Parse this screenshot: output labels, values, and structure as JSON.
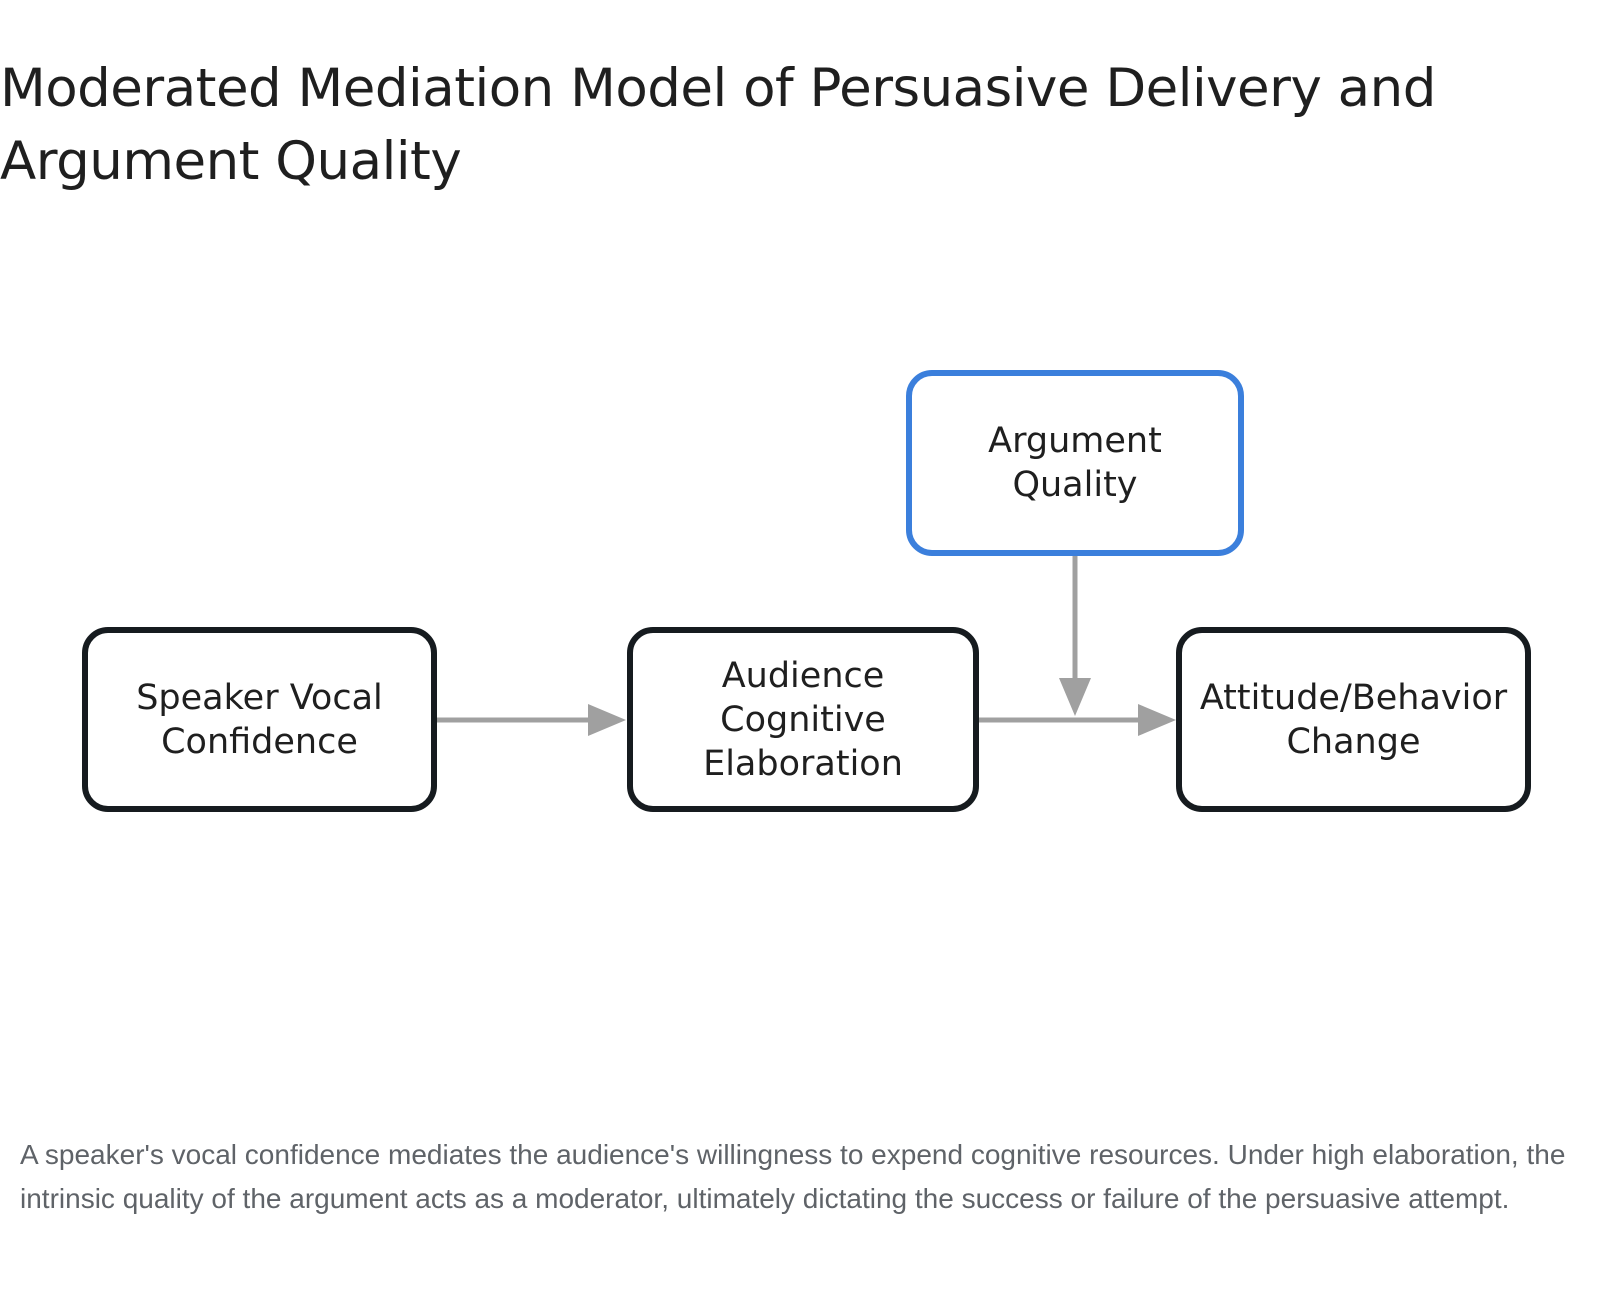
{
  "title": "Moderated Mediation Model of Persuasive Delivery and Argument Quality",
  "nodes": {
    "speaker": {
      "label": "Speaker Vocal\nConfidence"
    },
    "audience": {
      "label": "Audience\nCognitive\nElaboration"
    },
    "attitude": {
      "label": "Attitude/Behavior\nChange"
    },
    "argument": {
      "label": "Argument\nQuality"
    }
  },
  "colors": {
    "node_border": "#161b1f",
    "moderator_border": "#3b7fdc",
    "edge": "#a0a0a0",
    "caption_text": "#5f6368"
  },
  "caption": "A speaker's vocal confidence mediates the audience's willingness to expend cognitive resources. Under high elaboration, the intrinsic quality of the argument acts as a moderator, ultimately dictating the success or failure of the persuasive attempt."
}
